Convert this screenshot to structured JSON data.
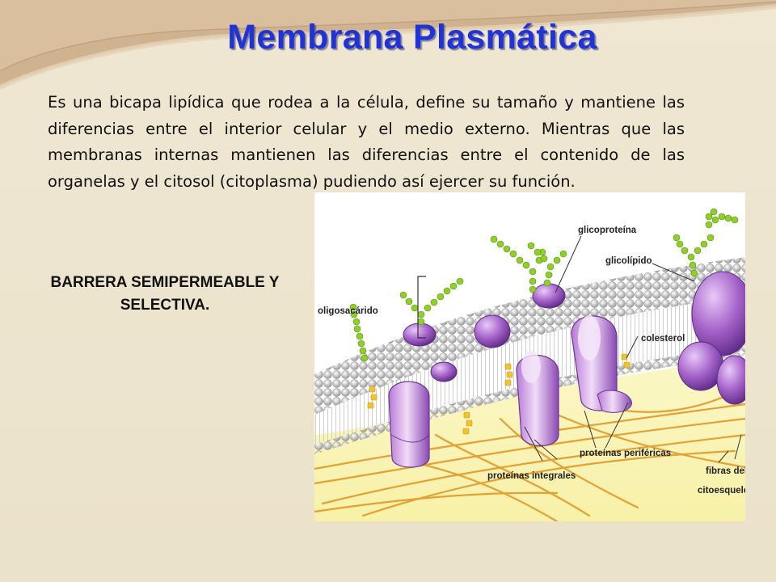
{
  "slide": {
    "title": "Membrana Plasmática",
    "paragraph": "Es una bicapa lipídica que rodea a la célula, define su tamaño y mantiene las diferencias entre el interior celular y el medio externo. Mientras que las membranas internas mantienen las diferencias entre el contenido de las organelas y el citosol (citoplasma) pudiendo así ejercer su función.",
    "callout": "BARRERA SEMIPERMEABLE Y SELECTIVA."
  },
  "diagram": {
    "labels": {
      "glicoproteina": "glicoproteína",
      "glicolipido": "glicolípido",
      "oligosacarido": "oligosacárido",
      "colesterol": "colesterol",
      "proteinas_perifericas": "proteínas periféricas",
      "proteinas_integrales": "proteínas integrales",
      "fibras_del": "fibras del",
      "citoesqueleto": "citoesqueleto"
    }
  },
  "colors": {
    "title": "#1f33d6",
    "background": "#ede5cf",
    "protein": "#9b5fc0",
    "lipid_head": "#c9c9c9",
    "sugar": "#8fcf2a",
    "cytoplasm": "#fbf7b8",
    "fibers": "#e8a22a"
  }
}
